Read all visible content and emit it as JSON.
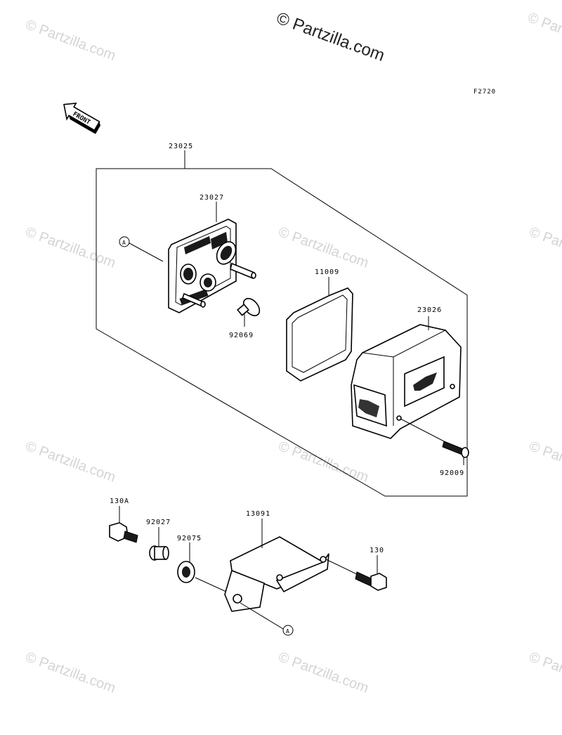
{
  "watermark": {
    "main": "© Partzilla.com",
    "repeat": "© Partzilla.com"
  },
  "figure_code": "F2720",
  "front_label": "FRONT",
  "ref_marker": "A",
  "parts": {
    "assembly": "23025",
    "housing": "23027",
    "gasket": "11009",
    "lens": "23026",
    "bulb": "92069",
    "lens_screw": "92009",
    "bolt_a": "130A",
    "collar": "92027",
    "grommet": "92075",
    "bracket": "13091",
    "bolt": "130"
  }
}
